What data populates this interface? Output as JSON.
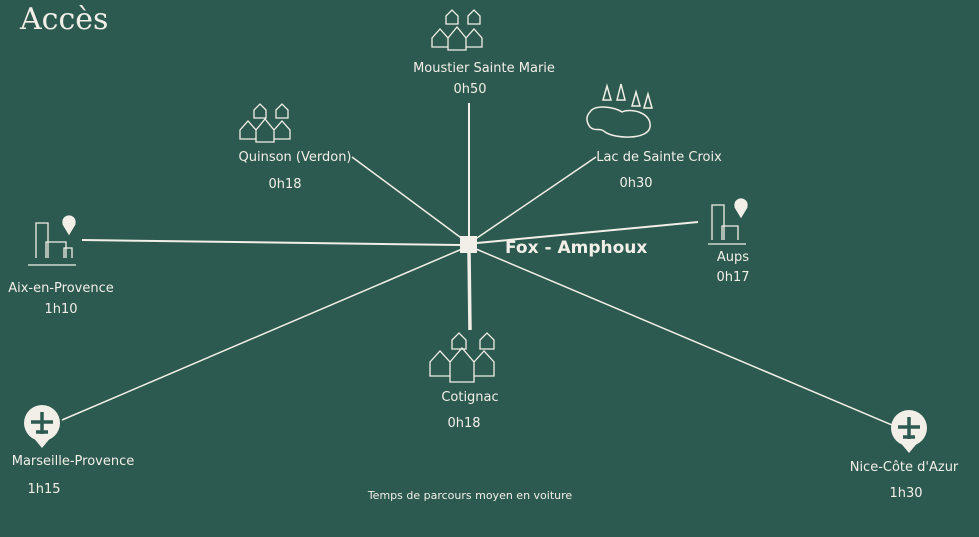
{
  "title": "Accès",
  "center": {
    "name": "Fox - Amphoux"
  },
  "destinations": [
    {
      "name": "Moustier Sainte Marie",
      "time": "0h50",
      "icon": "village-icon"
    },
    {
      "name": "Quinson (Verdon)",
      "time": "0h18",
      "icon": "village-icon"
    },
    {
      "name": "Lac de Sainte Croix",
      "time": "0h30",
      "icon": "lake-icon"
    },
    {
      "name": "Aix-en-Provence",
      "time": "1h10",
      "icon": "city-pin-icon"
    },
    {
      "name": "Aups",
      "time": "0h17",
      "icon": "city-pin-icon"
    },
    {
      "name": "Cotignac",
      "time": "0h18",
      "icon": "village-icon"
    },
    {
      "name": "Marseille-Provence",
      "time": "1h15",
      "icon": "airport-pin-icon"
    },
    {
      "name": "Nice-Côte d'Azur",
      "time": "1h30",
      "icon": "airport-pin-icon"
    }
  ],
  "footer": "Temps de parcours moyen en voiture",
  "colors": {
    "background": "#2d5a50",
    "foreground": "#f2efe8"
  }
}
